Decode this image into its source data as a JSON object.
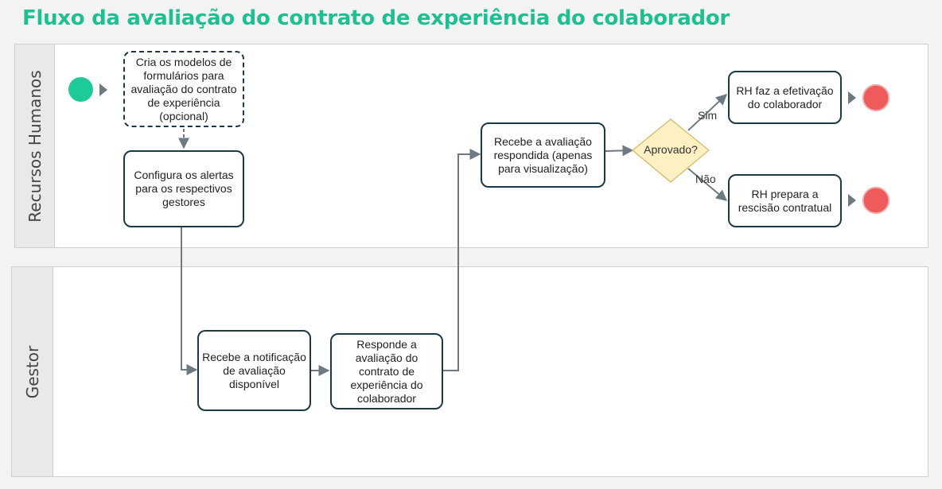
{
  "title": "Fluxo da avaliação do contrato de experiência do colaborador",
  "lanes": {
    "rh": "Recursos Humanos",
    "gestor": "Gestor"
  },
  "tasks": {
    "cria_modelos": "Cria os modelos de formulários para avaliação do contrato de experiência (opcional)",
    "configura_alertas": "Configura os alertas para os respectivos gestores",
    "recebe_notificacao": "Recebe a notificação de avaliação disponível",
    "responde_avaliacao": "Responde a avaliação do contrato de experiência do colaborador",
    "recebe_avaliacao": "Recebe a avaliação respondida (apenas para visualização)",
    "efetivacao": "RH faz a efetivação do colaborador",
    "rescisao": "RH prepara a rescisão contratual"
  },
  "gateway": {
    "label": "Aprovado?",
    "yes": "Sim",
    "no": "Não"
  },
  "colors": {
    "title": "#1fbf94",
    "start_event": "#1ec99a",
    "end_event": "#ef5b5b",
    "gateway_fill": "#fdf0c2",
    "gateway_stroke": "#d9c27a",
    "task_border": "#1c3a46",
    "connector": "#6e7a82"
  }
}
